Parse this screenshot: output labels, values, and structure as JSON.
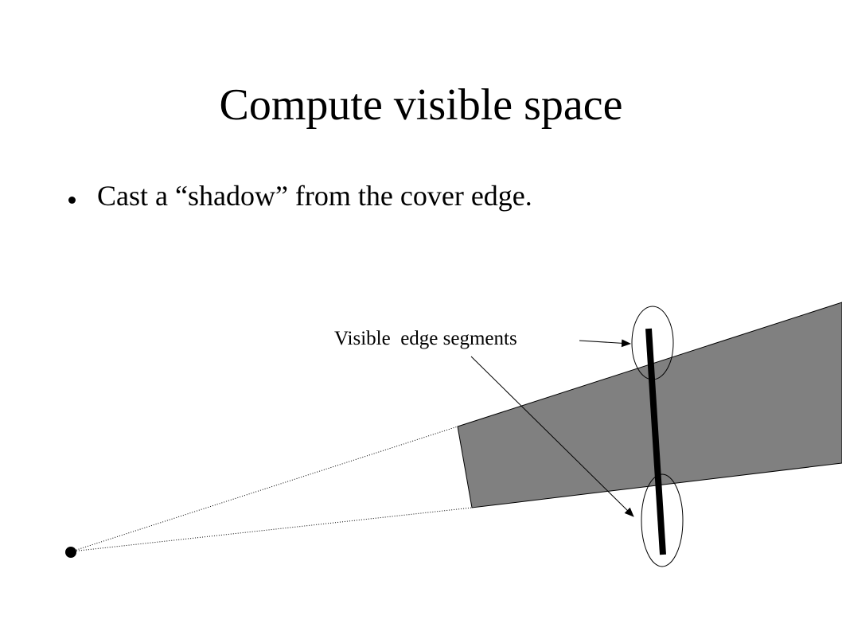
{
  "slide": {
    "title": "Compute visible space",
    "bullets": [
      {
        "text": "Cast a “shadow” from the cover edge."
      }
    ]
  },
  "diagram": {
    "label": "Visible  edge segments",
    "colors": {
      "shadow_fill": "#808080",
      "line": "#000000",
      "background": "#ffffff"
    }
  }
}
